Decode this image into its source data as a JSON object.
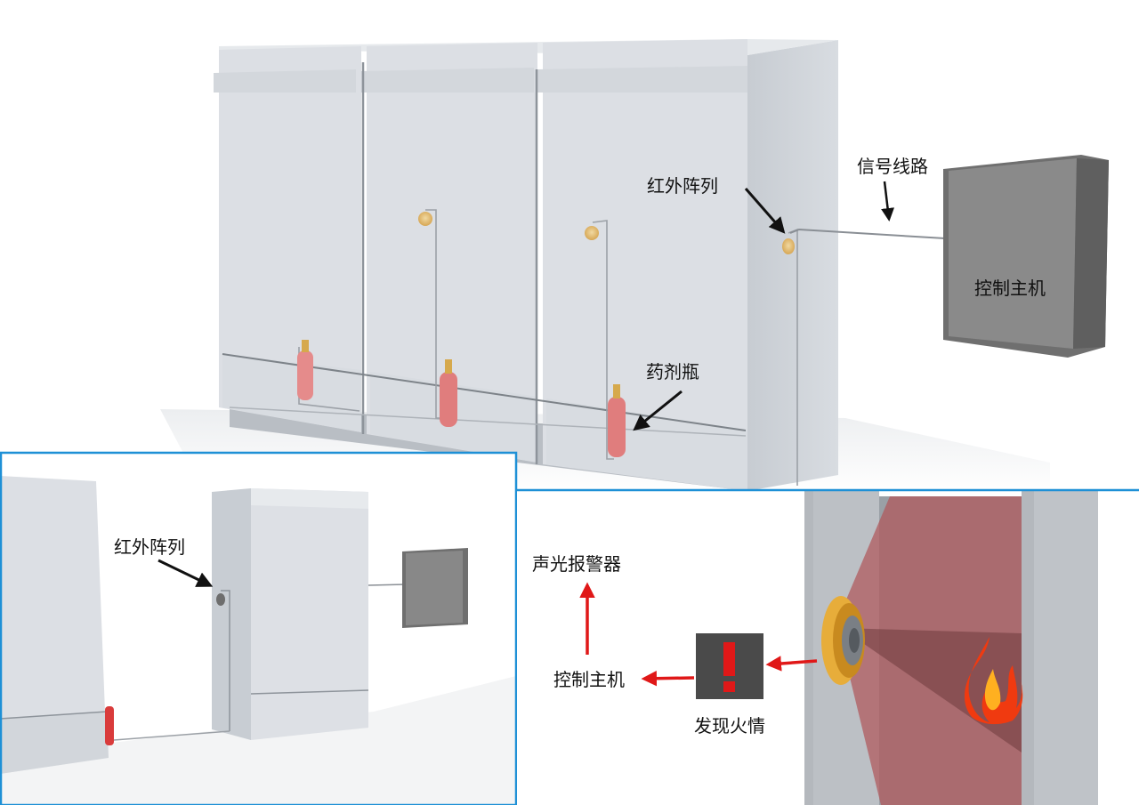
{
  "main": {
    "infrared_array": "红外阵列",
    "signal_line": "信号线路",
    "agent_bottle": "药剂瓶",
    "control_host": "控制主机"
  },
  "inset_left": {
    "infrared_array": "红外阵列"
  },
  "inset_right": {
    "sound_light_alarm": "声光报警器",
    "control_host": "控制主机",
    "fire_detected": "发现火情"
  },
  "colors": {
    "panel_border": "#1e90d6",
    "cabinet": "#dadee3",
    "cabinet_shadow": "#c3c8ce",
    "control_box": "#7d7d7d",
    "extinguisher": "#e07d7d",
    "sensor": "#e7ad3a",
    "ir_beam": "#b0565a",
    "arrow_red": "#e01818",
    "arrow_black": "#111111",
    "alert_box": "#4a4a4a"
  },
  "icons": [
    "exclamation-icon",
    "flame-icon"
  ]
}
